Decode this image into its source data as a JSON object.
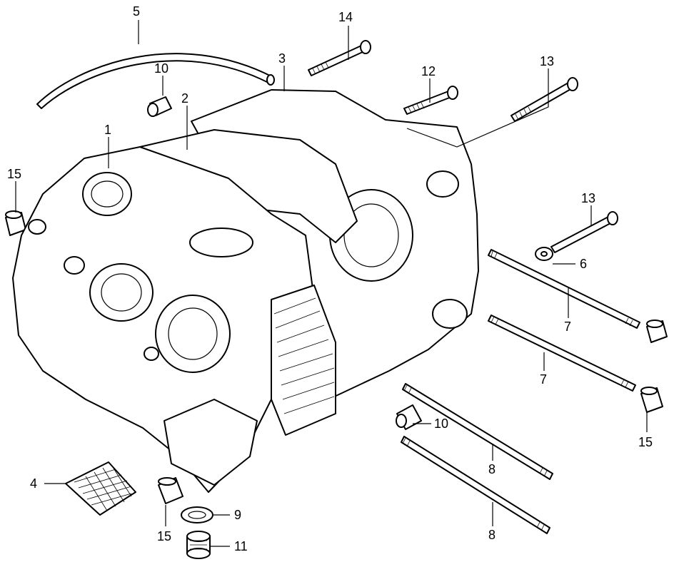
{
  "figure": {
    "callouts": [
      {
        "id": "c1",
        "text": "1"
      },
      {
        "id": "c2",
        "text": "2"
      },
      {
        "id": "c3",
        "text": "3"
      },
      {
        "id": "c4",
        "text": "4"
      },
      {
        "id": "c5",
        "text": "5"
      },
      {
        "id": "c6",
        "text": "6"
      },
      {
        "id": "c7a",
        "text": "7"
      },
      {
        "id": "c7b",
        "text": "7"
      },
      {
        "id": "c8a",
        "text": "8"
      },
      {
        "id": "c8b",
        "text": "8"
      },
      {
        "id": "c9",
        "text": "9"
      },
      {
        "id": "c10a",
        "text": "10"
      },
      {
        "id": "c10b",
        "text": "10"
      },
      {
        "id": "c11",
        "text": "11"
      },
      {
        "id": "c12",
        "text": "12"
      },
      {
        "id": "c13a",
        "text": "13"
      },
      {
        "id": "c13b",
        "text": "13"
      },
      {
        "id": "c14",
        "text": "14"
      },
      {
        "id": "c15a",
        "text": "15"
      },
      {
        "id": "c15b",
        "text": "15"
      },
      {
        "id": "c15c",
        "text": "15"
      }
    ]
  }
}
